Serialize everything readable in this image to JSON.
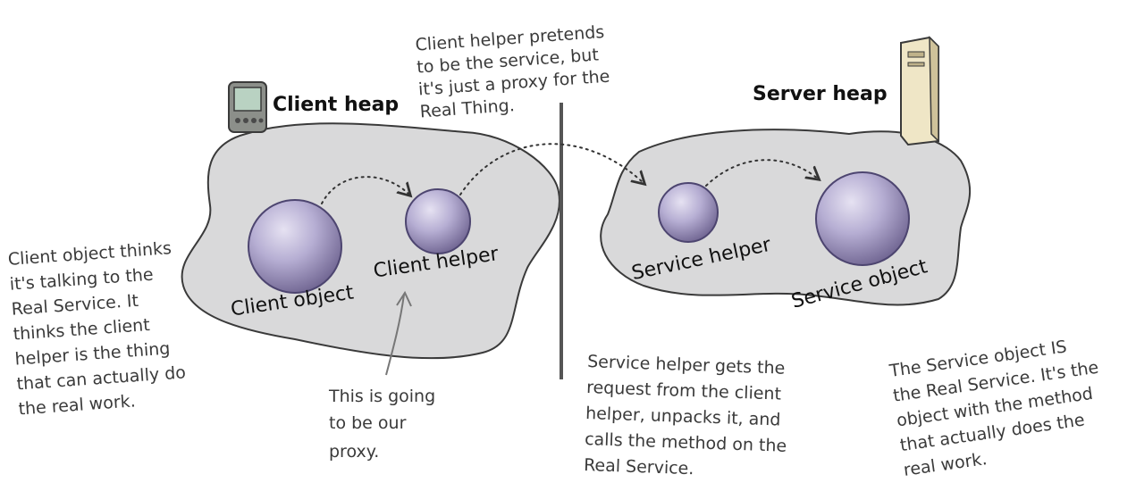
{
  "client": {
    "heap_title": "Client heap",
    "client_object": "Client object",
    "client_helper": "Client helper"
  },
  "server": {
    "heap_title": "Server heap",
    "service_helper": "Service helper",
    "service_object": "Service object"
  },
  "notes": {
    "client_helper_note": [
      "Client helper pretends",
      "to be the service, but",
      "it's just a proxy for the",
      "Real Thing."
    ],
    "client_object_note": [
      "Client object thinks",
      "it's talking to the",
      "Real Service. It",
      "thinks the client",
      "helper is the thing",
      "that can actually do",
      "the real work."
    ],
    "proxy_note": [
      "This is going",
      "to be our",
      "proxy."
    ],
    "service_helper_note": [
      "Service helper gets the",
      "request from the client",
      "helper, unpacks it, and",
      "calls the method on the",
      "Real Service."
    ],
    "service_object_note": [
      "The Service object IS",
      "the Real Service. It's the",
      "object with the method",
      "that actually does the",
      "real work."
    ]
  },
  "colors": {
    "heap_fill": "#d9d9da",
    "heap_stroke": "#3a3a3a",
    "sphere_light": "#c9c4e0",
    "sphere_dark": "#6a5f8c",
    "divider": "#555555"
  },
  "icons": {
    "client_device": "pda-device-icon",
    "server_device": "server-tower-icon"
  }
}
